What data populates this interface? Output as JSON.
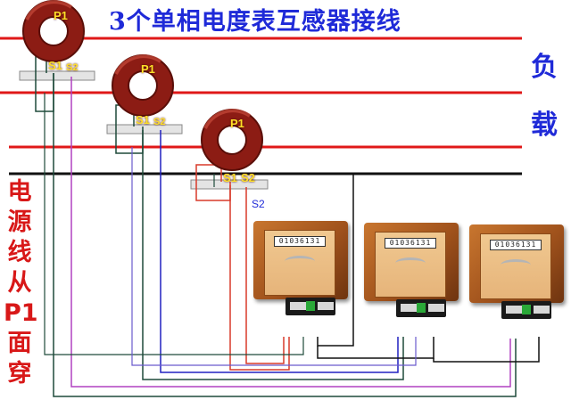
{
  "title": "3个单相电度表互感器接线",
  "load_label": [
    "负",
    "载"
  ],
  "side_label": [
    "电",
    "源",
    "线",
    "从",
    "P1",
    "面",
    "穿"
  ],
  "ct_labels": {
    "p1": "P1",
    "s1": "S1",
    "s2": "S2"
  },
  "extra_s2_label": "S2",
  "meter_counter": "01036131",
  "colors": {
    "title": "#1f2ad8",
    "side_text": "#d81818",
    "phase_line": "#e01818",
    "neutral_line": "#111111",
    "ct_ring": "#8c1c14",
    "wire_dark_green": "#1e4a3a",
    "wire_purple": "#b040c0",
    "wire_blue": "#2020c0",
    "wire_red": "#d83a2a"
  },
  "icons": [
    "current-transformer-icon",
    "electricity-meter-icon"
  ]
}
